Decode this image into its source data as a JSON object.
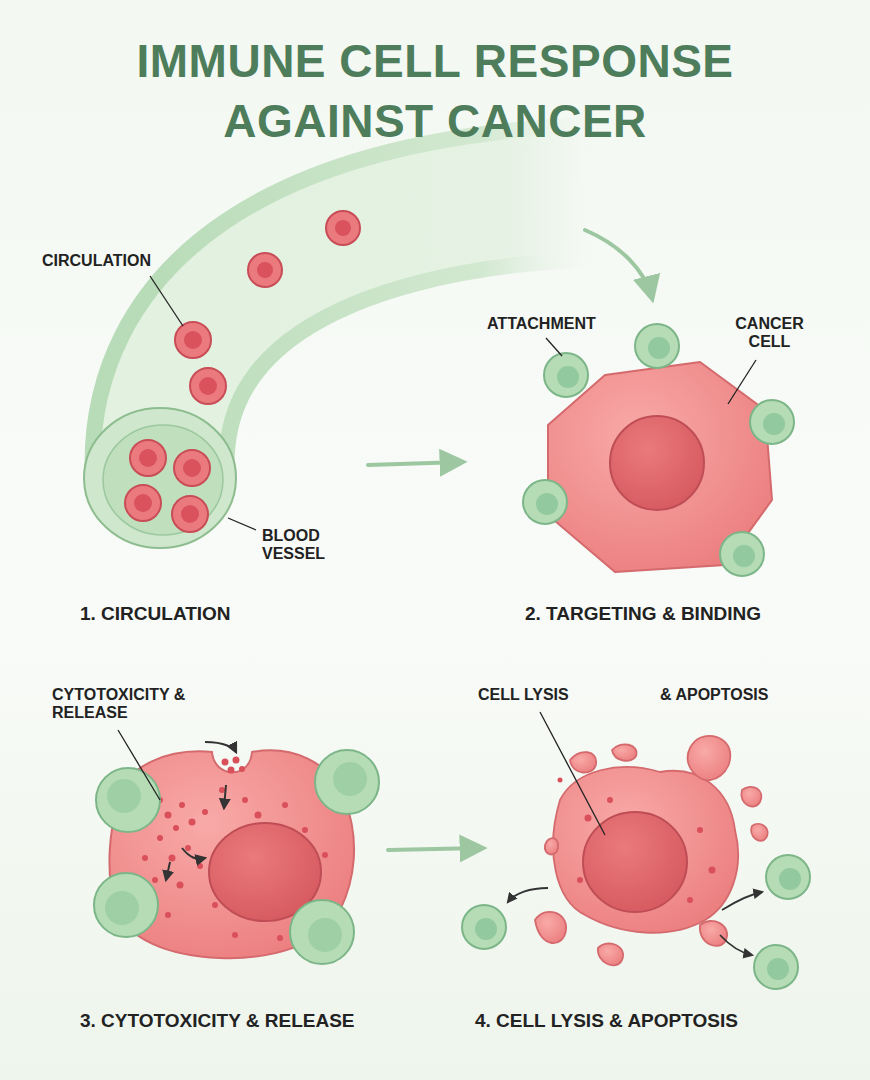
{
  "diagram": {
    "title": "IMMUNE CELL RESPONSE AGAINST CANCER",
    "labels": [
      "CIRCULATION",
      "BLOOD VESSEL",
      "1. CIRCULATION",
      "ATTACHMENT",
      "CANCER CELL",
      "2. TARGETING & BINDING",
      "CYTOTOXICITY & RELEASE",
      "3. CYTOTOXICITY & RELEASE",
      "CELL LYSIS",
      "& APOPTOSIS",
      "4. CELL LYSIS & APOPTOSIS"
    ]
  }
}
